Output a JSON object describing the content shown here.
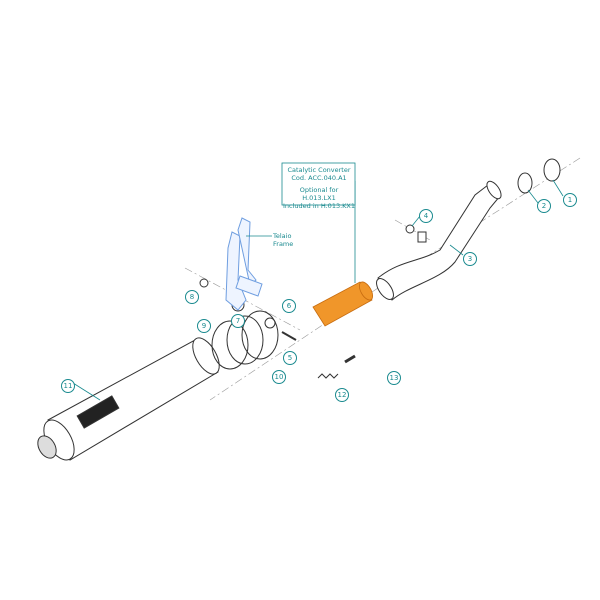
{
  "catalytic_box": {
    "line1": "Catalytic Converter",
    "line2": "Cod. ACC.040.A1",
    "line3": "Optional for H.013.LX1",
    "line4": "Included in H.013.KX1"
  },
  "frame_label": {
    "line1": "Telaio",
    "line2": "Frame"
  },
  "callouts": [
    "1",
    "2",
    "3",
    "4",
    "5",
    "6",
    "7",
    "8",
    "9",
    "10",
    "11",
    "12",
    "13"
  ],
  "colors": {
    "accent": "#1a8a8f",
    "catalytic": "#f0962a",
    "frame": "#6f9ee0",
    "line": "#333333"
  }
}
